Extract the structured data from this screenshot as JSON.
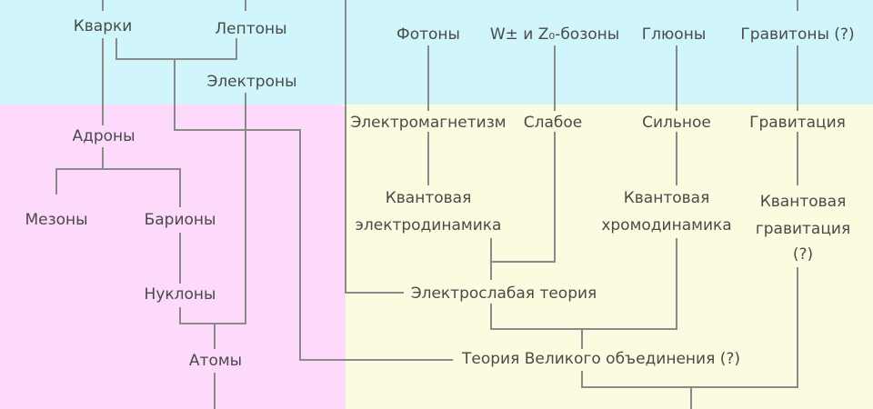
{
  "diagram": {
    "particles": {
      "quarks": "Кварки",
      "leptons": "Лептоны",
      "electrons": "Электроны",
      "photons": "Фотоны",
      "w_z_bosons": "W± и Z₀-бозоны",
      "gluons": "Глюоны",
      "gravitons": "Гравитоны (?)"
    },
    "composites": {
      "hadrons": "Адроны",
      "mesons": "Мезоны",
      "baryons": "Барионы",
      "nucleons": "Нуклоны",
      "atoms": "Атомы"
    },
    "forces": {
      "electromagnetism": "Электромагнетизм",
      "weak": "Слабое",
      "strong": "Сильное",
      "gravitation": "Гравитация"
    },
    "theories": {
      "qed_line1": "Квантовая",
      "qed_line2": "электродинамика",
      "qcd_line1": "Квантовая",
      "qcd_line2": "хромодинамика",
      "qg_line1": "Квантовая",
      "qg_line2": "гравитация",
      "qg_line3": "(?)",
      "electroweak": "Электрослабая теория",
      "gut": "Теория Великого объединения (?)"
    },
    "colors": {
      "particles_region": "#d0f5fa",
      "matter_region": "#fdd9fb",
      "forces_region": "#fbfbdf",
      "line": "#8a8a8a",
      "text": "#4a4a4a"
    }
  }
}
